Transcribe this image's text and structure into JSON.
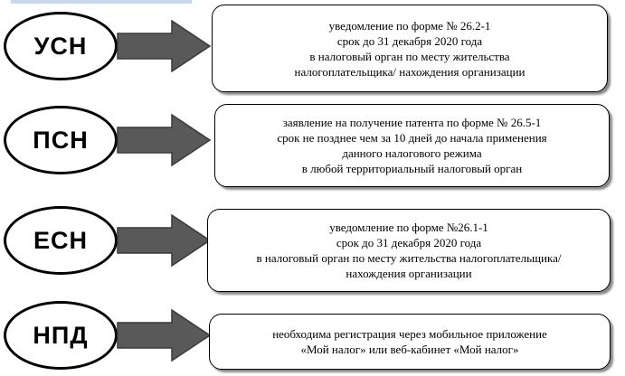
{
  "rows": [
    {
      "label": "УСН",
      "lines": [
        "уведомление по форме №  26.2-1",
        "срок до 31 декабря 2020 года",
        "в налоговый орган по месту жительства",
        "налогоплательщика/ нахождения организации"
      ]
    },
    {
      "label": "ПСН",
      "lines": [
        "заявление на получение патента по форме № 26.5-1",
        "срок не позднее чем за 10 дней до начала применения",
        "данного налогового режима",
        "в любой территориальный налоговый орган"
      ]
    },
    {
      "label": "ЕСН",
      "lines": [
        "уведомление по форме №26.1-1",
        "срок до 31 декабря 2020 года",
        "в налоговый орган по месту жительства налогоплательщика/",
        "нахождения организации"
      ]
    },
    {
      "label": "НПД",
      "lines": [
        "необходима регистрация через мобильное приложение",
        "«Мой налог» или веб-кабинет «Мой налог»"
      ]
    }
  ]
}
